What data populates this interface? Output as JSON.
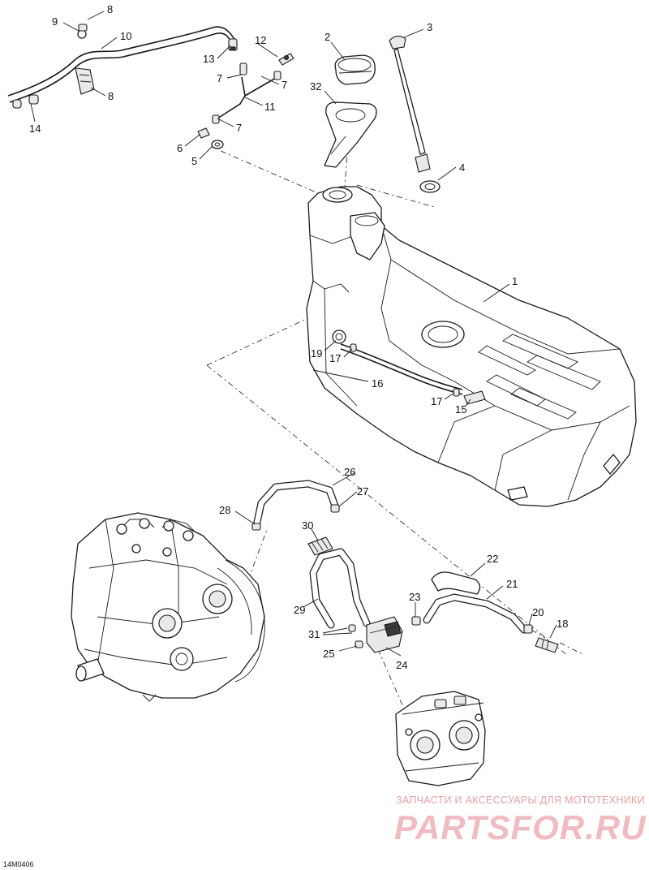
{
  "drawing_ref": "14M0406",
  "callouts": {
    "c1": "1",
    "c2": "2",
    "c3": "3",
    "c4": "4",
    "c5": "5",
    "c6": "6",
    "c7a": "7",
    "c7b": "7",
    "c7c": "7",
    "c8a": "8",
    "c8b": "8",
    "c9": "9",
    "c10": "10",
    "c11": "11",
    "c12": "12",
    "c13": "13",
    "c14": "14",
    "c15": "15",
    "c16": "16",
    "c17a": "17",
    "c17b": "17",
    "c18": "18",
    "c19": "19",
    "c20": "20",
    "c21": "21",
    "c22": "22",
    "c23": "23",
    "c24": "24",
    "c25": "25",
    "c26": "26",
    "c27": "27",
    "c28": "28",
    "c29": "29",
    "c30": "30",
    "c31": "31",
    "c32": "32"
  },
  "watermark": {
    "tagline": "ЗАПЧАСТИ И АКСЕССУАРЫ ДЛЯ МОТОТЕХНИКИ",
    "brand": "PARTSFOR.RU"
  },
  "colors": {
    "line": "#1a1a1a",
    "watermark_tagline": "#e9a0a6",
    "watermark_brand": "#f1bcc1"
  }
}
